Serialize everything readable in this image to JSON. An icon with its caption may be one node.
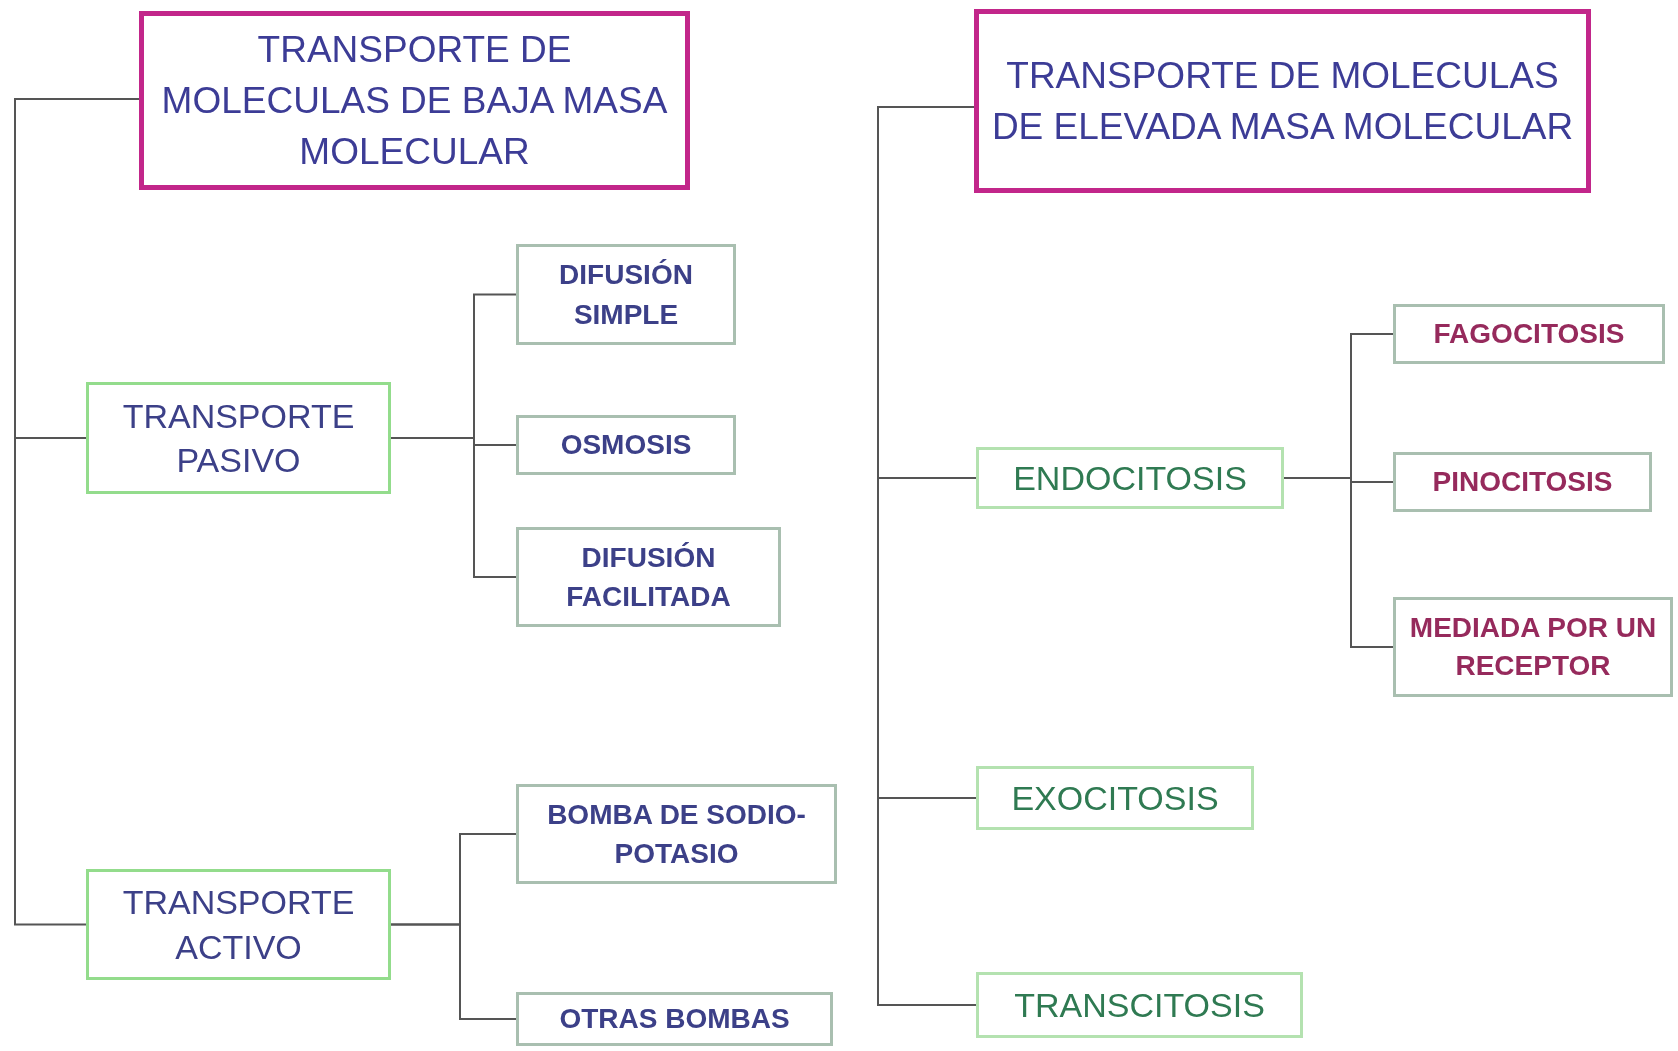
{
  "diagram": {
    "nodes": [
      {
        "text": [
          "TRANSPORTE DE MOLECULAS DE BAJA MASA MOLECULAR"
        ]
      },
      {
        "text": [
          "TRANSPORTE PASIVO"
        ]
      },
      {
        "text": [
          "DIFUSIÓN SIMPLE"
        ]
      },
      {
        "text": [
          "OSMOSIS"
        ]
      },
      {
        "text": [
          "DIFUSIÓN FACILITADA"
        ]
      },
      {
        "text": [
          "TRANSPORTE ACTIVO"
        ]
      },
      {
        "text": [
          "BOMBA DE SODIO-POTASIO"
        ]
      },
      {
        "text": [
          "OTRAS BOMBAS"
        ]
      },
      {
        "text": [
          "TRANSPORTE DE MOLECULAS DE ELEVADA MASA MOLECULAR"
        ]
      },
      {
        "text": [
          "ENDOCITOSIS"
        ]
      },
      {
        "text": [
          "FAGOCITOSIS"
        ]
      },
      {
        "text": [
          "PINOCITOSIS"
        ]
      },
      {
        "text": [
          "MEDIADA POR UN RECEPTOR"
        ]
      },
      {
        "text": [
          "EXOCITOSIS"
        ]
      },
      {
        "text": [
          "TRANSCITOSIS"
        ]
      }
    ],
    "edges": [
      {
        "from": 0,
        "to": 1,
        "arrow": "none"
      },
      {
        "from": 0,
        "to": 5,
        "arrow": "none"
      },
      {
        "from": 1,
        "to": 2,
        "arrow": "none"
      },
      {
        "from": 1,
        "to": 3,
        "arrow": "none"
      },
      {
        "from": 1,
        "to": 4,
        "arrow": "none"
      },
      {
        "from": 5,
        "to": 6,
        "arrow": "none"
      },
      {
        "from": 5,
        "to": 7,
        "arrow": "none"
      },
      {
        "from": 8,
        "to": 9,
        "arrow": "none"
      },
      {
        "from": 8,
        "to": 13,
        "arrow": "none"
      },
      {
        "from": 8,
        "to": 14,
        "arrow": "none"
      },
      {
        "from": 9,
        "to": 10,
        "arrow": "none"
      },
      {
        "from": 9,
        "to": 11,
        "arrow": "none"
      },
      {
        "from": 9,
        "to": 12,
        "arrow": "none"
      }
    ]
  }
}
